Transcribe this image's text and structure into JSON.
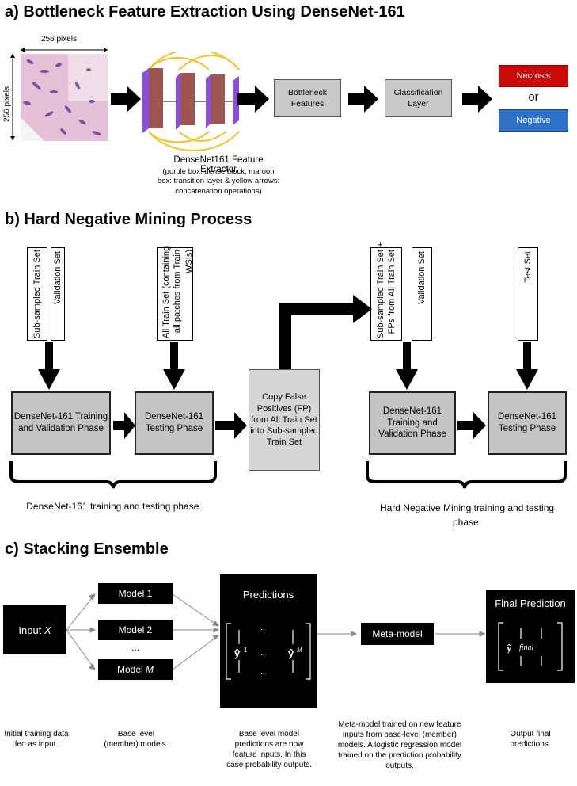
{
  "section_a": {
    "title": "a) Bottleneck Feature Extraction Using DenseNet-161",
    "width_label": "256 pixels",
    "height_label": "256 pixels",
    "extractor_title": "DenseNet161 Feature Extractor",
    "extractor_caption": "(purple box: dense block, maroon box: transition layer & yellow arrows: concatenation operations)",
    "bottleneck_label": "Bottleneck Features",
    "classification_label": "Classification Layer",
    "necrosis_label": "Necrosis",
    "or_label": "or",
    "negative_label": "Negative"
  },
  "section_b": {
    "title": "b) Hard Negative Mining Process",
    "subsampled_train": "Sub-sampled Train Set",
    "validation_set_1": "Validation Set",
    "all_train_line1": "All Train  Set (containing",
    "all_train_line2": "all patches from Train",
    "all_train_line3": "WSIs)",
    "subsampled_fp_line1": "Sub-sampled Train Set +",
    "subsampled_fp_line2": "FPs from All Train Set",
    "validation_set_2": "Validation Set",
    "test_set": "Test Set",
    "train_val_phase": "DenseNet-161 Training and Validation Phase",
    "testing_phase_1": "DenseNet-161 Testing Phase",
    "copy_fp": "Copy False Positives (FP) from All Train Set into Sub-sampled Train Set",
    "train_val_phase_2": "DenseNet-161 Training and Validation Phase",
    "testing_phase_2": "DenseNet-161 Testing Phase",
    "brace_label_1": "DenseNet-161 training and testing phase.",
    "brace_label_2": "Hard Negative Mining training and testing phase."
  },
  "section_c": {
    "title": "c) Stacking Ensemble",
    "input_label": "Input",
    "input_var": "X",
    "model_1": "Model 1",
    "model_2": "Model 2",
    "model_dots": "...",
    "model_m": "Model",
    "model_m_var": "M",
    "predictions_title": "Predictions",
    "meta_model": "Meta-model",
    "final_prediction_title": "Final Prediction",
    "caption_input": "Initial training data fed as input.",
    "caption_base": "Base level (member) models.",
    "caption_predictions": "Base level model predictions are now feature inputs. In this case probability outputs.",
    "caption_meta": "Meta-model trained on new feature inputs from base-level (member) models. A logistic regression model trained on the prediction probability outputs.",
    "caption_final": "Output final predictions."
  },
  "colors": {
    "necrosis": "#cc0a0a",
    "negative": "#2e73c8",
    "dense_block": "#8a4fd6",
    "transition": "#9c5650",
    "concat_arrow": "#f2c22a",
    "gray_box": "#c4c4c4"
  }
}
